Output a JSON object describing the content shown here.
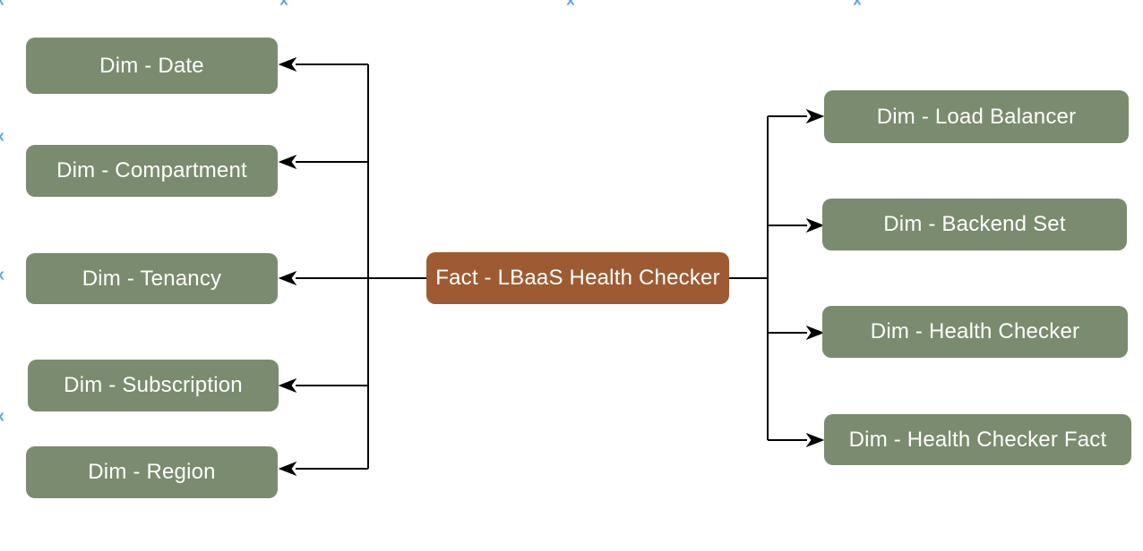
{
  "diagram": {
    "fact": {
      "label": "Fact - LBaaS Health Checker"
    },
    "left_dimensions": [
      "Dim - Date",
      "Dim - Compartment",
      "Dim - Tenancy",
      "Dim - Subscription",
      "Dim - Region"
    ],
    "right_dimensions": [
      "Dim - Load Balancer",
      "Dim - Backend Set",
      "Dim - Health Checker",
      "Dim - Health Checker Fact"
    ],
    "edge_marker_glyph": "x",
    "colors": {
      "background": "#FFFFFF",
      "dimension_fill": "#7B8B6F",
      "fact_fill": "#9E5B33",
      "text": "#FFFFFF",
      "connector": "#000000",
      "edge_marker": "#5FA2E0"
    }
  }
}
